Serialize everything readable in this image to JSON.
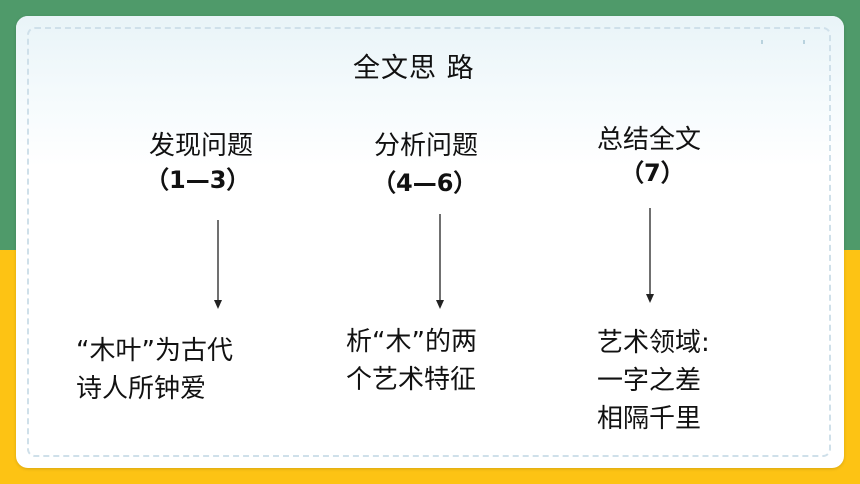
{
  "slide": {
    "title": "全文思 路",
    "columns": [
      {
        "heading": "发现问题",
        "range": "（1—3）",
        "lines": [
          "“木叶”为古代",
          "诗人所钟爱"
        ]
      },
      {
        "heading": "分析问题",
        "range": "（4—6）",
        "lines": [
          "析“木”的两",
          "个艺术特征"
        ]
      },
      {
        "heading": "总结全文",
        "range": "（7）",
        "lines": [
          "艺术领域:",
          "一字之差",
          "相隔千里"
        ]
      }
    ]
  },
  "colors": {
    "green": "#4f9a6a",
    "yellow": "#fdc314",
    "frame": "#cfe0ea"
  }
}
